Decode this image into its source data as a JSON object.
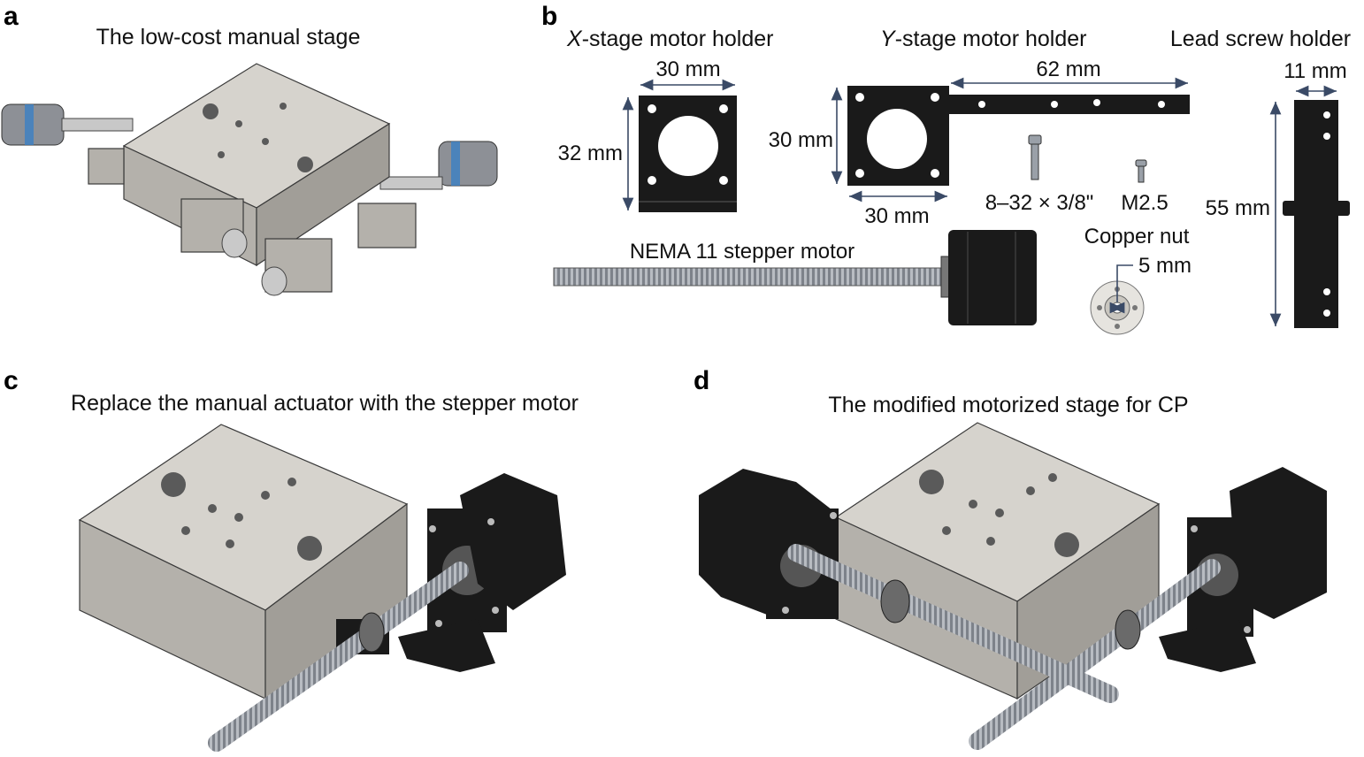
{
  "panels": {
    "a": {
      "letter": "a",
      "title": "The low-cost manual stage"
    },
    "b": {
      "letter": "b",
      "x_holder": {
        "title_italic": "X",
        "title_rest": "-stage motor holder",
        "width": "30 mm",
        "height": "32 mm"
      },
      "y_holder": {
        "title_italic": "Y",
        "title_rest": "-stage motor holder",
        "arm": "62 mm",
        "height": "30 mm",
        "width": "30 mm"
      },
      "lead_screw_holder": {
        "title": "Lead screw holder",
        "width": "11 mm",
        "height": "55 mm"
      },
      "screw_large": "8–32 × 3/8\"",
      "screw_small": "M2.5",
      "motor": "NEMA 11 stepper motor",
      "copper_nut": {
        "title": "Copper nut",
        "diameter": "5 mm"
      }
    },
    "c": {
      "letter": "c",
      "title": "Replace the manual actuator with the stepper motor"
    },
    "d": {
      "letter": "d",
      "title": "The modified motorized stage for CP"
    }
  },
  "colors": {
    "holder": "#1a1a1a",
    "dimension_line": "#3a4a66",
    "stage_metal": "#d6d3cd"
  }
}
